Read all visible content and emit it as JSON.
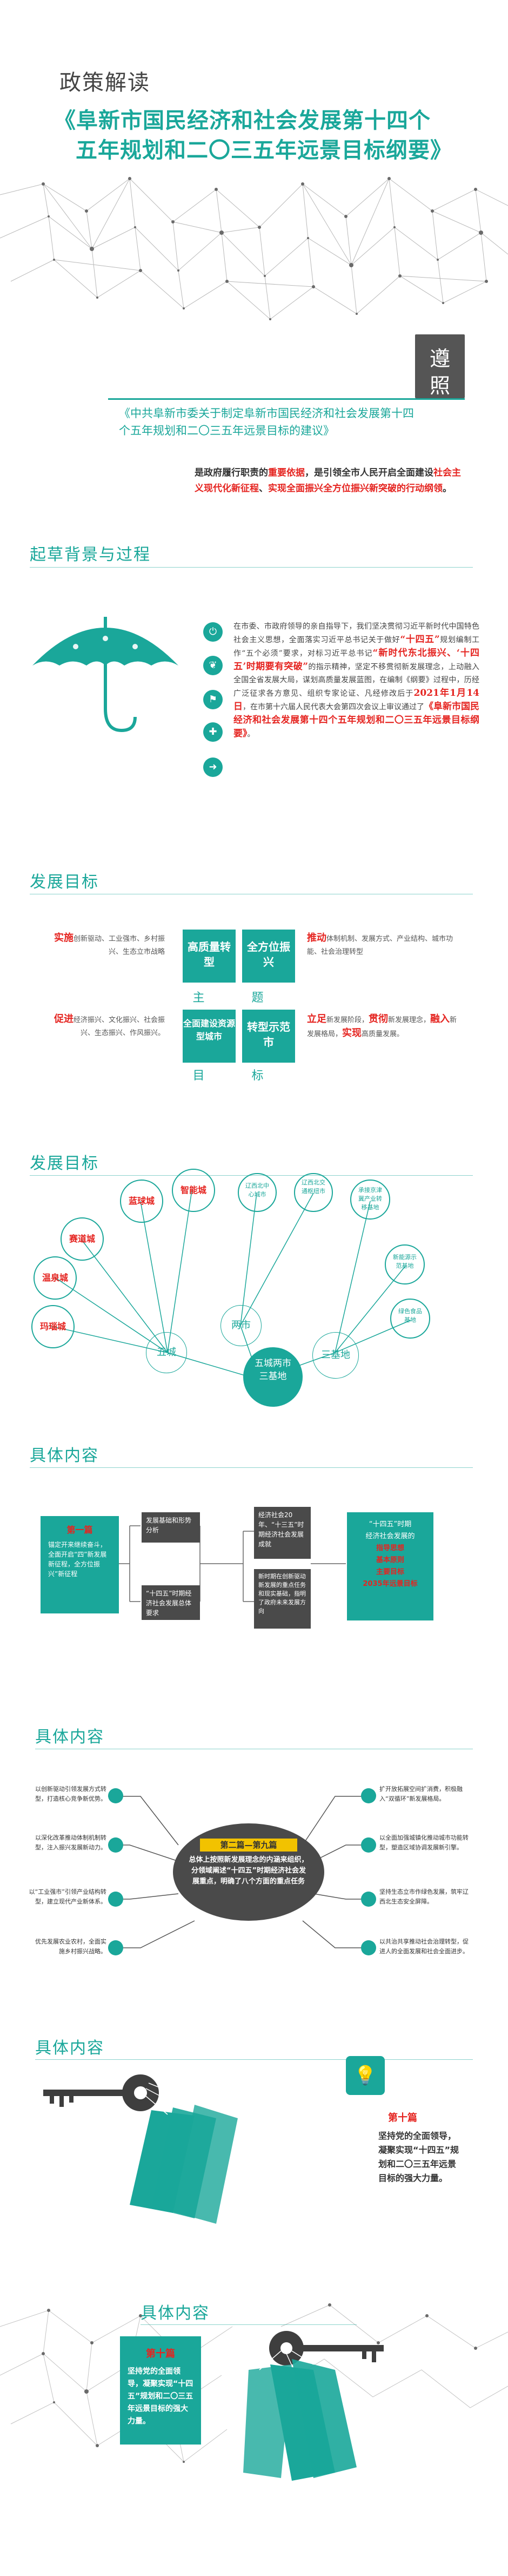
{
  "header": {
    "kicker": "政策解读",
    "title_line1": "《阜新市国民经济和社会发展第十四个",
    "title_line2": "五年规划和二〇三五年远景目标纲要》"
  },
  "badge": {
    "line1": "遵",
    "line2": "照"
  },
  "basis": {
    "quote": "《中共阜新市委关于制定阜新市国民经济和社会发展第十四个五年规划和二〇三五年远景目标的建议》",
    "part1": "是政府履行职责的",
    "highlight1": "重要依据",
    "part2": "，是引领全市人民开启全面建设",
    "highlight2": "社会主义现代化新征程",
    "part3": "、",
    "highlight3": "实现全面振兴全方位振兴新突破的行动纲领",
    "part4": "。"
  },
  "background": {
    "section_title": "起草背景与过程",
    "p1": "在市委、市政府领导的亲自指导下，我们坚决贯彻习近平新时代中国特色社会主义思想，全面落实习近平总书记关于做好",
    "p1_hl": "“十四五”",
    "p1_b": "规划编制工作“五个必须”要求，对标习近平总书记",
    "p1_hl2": "“新时代东北振兴、‘十四五’时期要有突破”",
    "p1_c": "的指示精神，坚定不移贯彻新发展理念，上动融入全国全省发展大局，谋划高质量发展蓝图，在编制《纲要》过程中，历经广泛征求各方意见、组织专家论证、凡经修改后于",
    "date": "2021年1月14日",
    "p1_d": "，在市第十六届人民代表大会第四次会议上审议通过了",
    "p1_hl3": "《阜新市国民经济和社会发展第十四个五年规划和二〇三五年远景目标纲要》",
    "p1_e": "。"
  },
  "goals1": {
    "section_title": "发展目标",
    "left_top_hl": "实施",
    "left_top": "创新驱动、工业强市、乡村振兴、生态立市战略",
    "box_tl": "高质量转型",
    "box_tr": "全方位振兴",
    "center_top": "主 题",
    "right_top_hl": "推动",
    "right_top": "体制机制、发展方式、产业结构、城市功能、社会治理转型",
    "left_bot_hl": "促进",
    "left_bot": "经济振兴、文化振兴、社会振兴、生态振兴、作风振兴。",
    "box_bl": "全面建设资源型城市",
    "box_br": "转型示范市",
    "center_bot": "目 标",
    "right_bot_hl1": "立足",
    "right_bot_a": "新发展阶段，",
    "right_bot_hl2": "贯彻",
    "right_bot_b": "新发展理念，",
    "right_bot_hl3": "融入",
    "right_bot_c": "新发展格局，",
    "right_bot_hl4": "实现",
    "right_bot_d": "高质量发展。"
  },
  "goals2": {
    "section_title": "发展目标",
    "hub": "五城两市三基地",
    "group_wucheng": "五城",
    "group_liangshi": "两市",
    "group_sanjidi": "三基地",
    "wucheng": [
      "玛瑙城",
      "温泉城",
      "赛道城",
      "蓝球城",
      "智能城"
    ],
    "liangshi": [
      "辽西北中心城市",
      "辽西北交通枢纽市"
    ],
    "sanjidi": [
      "绿色食品基地",
      "新能源示范基地",
      "承接京津冀产业转移基地"
    ]
  },
  "content1": {
    "section_title": "具体内容",
    "left_title": "第一篇",
    "left_text": "锚定开来继续奋斗，全面开启“四”新发展新征程，全方位振兴”新征程",
    "mid_a": "发展基础和形势分析",
    "mid_b": "“十四五”时期经济社会发展总体要求",
    "mid_c": "经济社会20年、“十三五”时期经济社会发展成就",
    "mid_d": "新时期在创新驱动新发展的重点任务和现实基础，指明了政府未来发展方向",
    "right_a": "“十四五”时期",
    "right_b": "经济社会发展的",
    "right_c": "指导思想",
    "right_d": "基本原则",
    "right_e": "主要目标",
    "right_f": "2035年远景目标"
  },
  "content2": {
    "section_title": "具体内容",
    "center_title": "第二篇—第九篇",
    "center_text": "总体上按照新发展理念的内涵来组织，分领域阐述“十四五”时期经济社会发展重点，明确了八个方面的重点任务",
    "left_items": [
      "以创新驱动引领发展方式转型，打造核心竞争新优势。",
      "以深化改革推动体制机制转型，注入振兴发展新动力。",
      "以“工业强市”引领产业结构转型，建立现代产业新体系。",
      "优先发展农业农村，全面实施乡村振兴战略。"
    ],
    "right_items": [
      "扩开放拓展空间扩消费，积极融入“双循环”新发展格局。",
      "以全面加强城镇化推动城市功能转型，塑造区域协调发展新引擎。",
      "坚持生态立市作绿色发展，筑牢辽西北生态安全屏障。",
      "以共治共享推动社会治理转型，促进人的全面发展和社会全面进步。"
    ]
  },
  "content3": {
    "section_title": "具体内容",
    "chapter": "第十篇",
    "text": "坚持党的全面领导，凝聚实现“十四五”规划和二〇三五年远景目标的强大力量。"
  },
  "content4": {
    "section_title": "具体内容",
    "chapter": "第十篇",
    "text": "坚持党的全面领导，凝聚实现“十四五”规划和二〇三五年远景目标的强大力量。"
  },
  "colors": {
    "teal": "#1aa79a",
    "red": "#e52420",
    "dark": "#4a4a4a"
  }
}
